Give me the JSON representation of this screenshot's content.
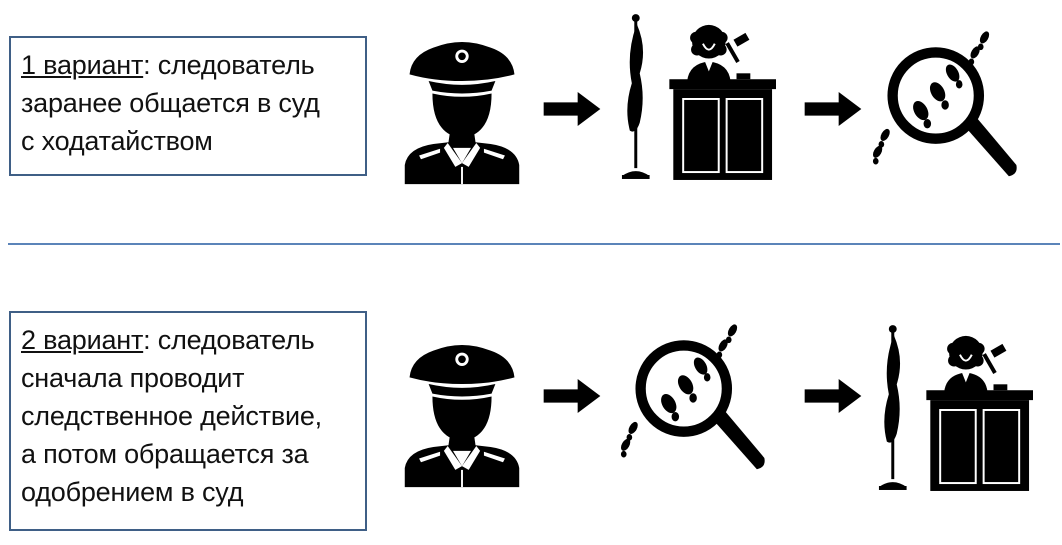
{
  "variant1": {
    "label": "1 вариант",
    "text_after_label": ": следователь",
    "lines": [
      "заранее общается в суд",
      "с ходатайством"
    ]
  },
  "variant2": {
    "label": "2 вариант",
    "text_after_label": ": следователь",
    "lines": [
      "сначала проводит",
      "следственное действие,",
      "а потом обращается за",
      "одобрением в суд"
    ]
  },
  "colors": {
    "box_border": "#3f5f86",
    "divider": "#5b84b9",
    "icon_fill": "#000000"
  },
  "icons": {
    "row1": [
      "investigator-icon",
      "arrow-right-icon",
      "court-judge-icon",
      "arrow-right-icon",
      "magnifier-footprints-icon"
    ],
    "row2": [
      "investigator-icon",
      "arrow-right-icon",
      "magnifier-footprints-icon",
      "arrow-right-icon",
      "court-judge-icon"
    ]
  }
}
